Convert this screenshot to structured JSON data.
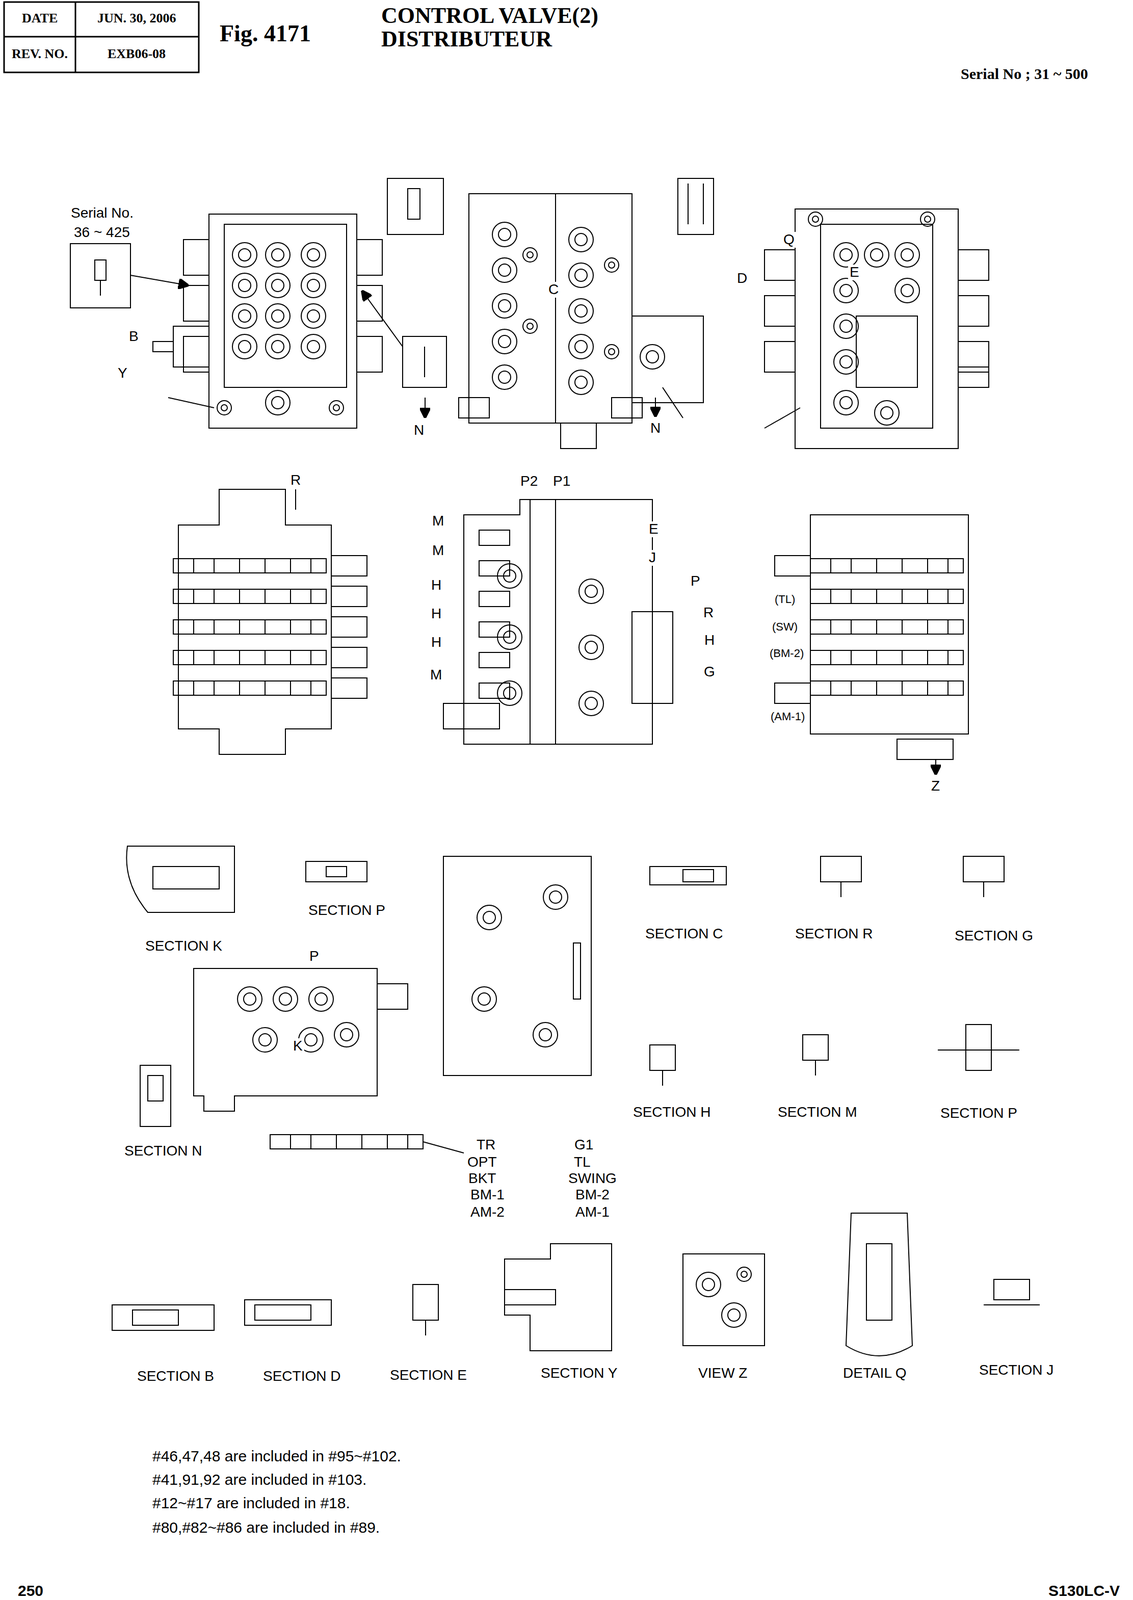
{
  "diagram": {
    "title": "CONTROL VALVE(2) DISTRIBUTEUR",
    "labels": [
      "DATE",
      "JUN. 30, 2006",
      "REV. NO.",
      "EXB06-08",
      "Fig. 4171",
      "Serial No ; 31 ~ 500",
      "Serial No.",
      "36 ~ 425",
      "B",
      "Y",
      "C",
      "N",
      "N",
      "Q",
      "D",
      "E",
      "R",
      "P2",
      "P1",
      "M",
      "M",
      "H",
      "H",
      "H",
      "M",
      "E",
      "J",
      "P",
      "R",
      "H",
      "G",
      "(TL)",
      "(SW)",
      "(BM-2)",
      "(AM-1)",
      "Z",
      "SECTION K",
      "SECTION P",
      "SECTION C",
      "SECTION R",
      "SECTION G",
      "P",
      "K",
      "SECTION N",
      "SECTION H",
      "SECTION M",
      "SECTION P",
      "TR",
      "OPT",
      "BKT",
      "BM-1",
      "AM-2",
      "G1",
      "TL",
      "SWING",
      "BM-2",
      "AM-1",
      "SECTION B",
      "SECTION D",
      "SECTION E",
      "SECTION Y",
      "VIEW Z",
      "DETAIL Q",
      "SECTION J",
      "#46,47,48 are included in #95~#102.",
      "#41,91,92 are included in #103.",
      "#12~#17 are included in #18.",
      "#80,#82~#86 are included in #89.",
      "250",
      "S130LC-V"
    ]
  }
}
